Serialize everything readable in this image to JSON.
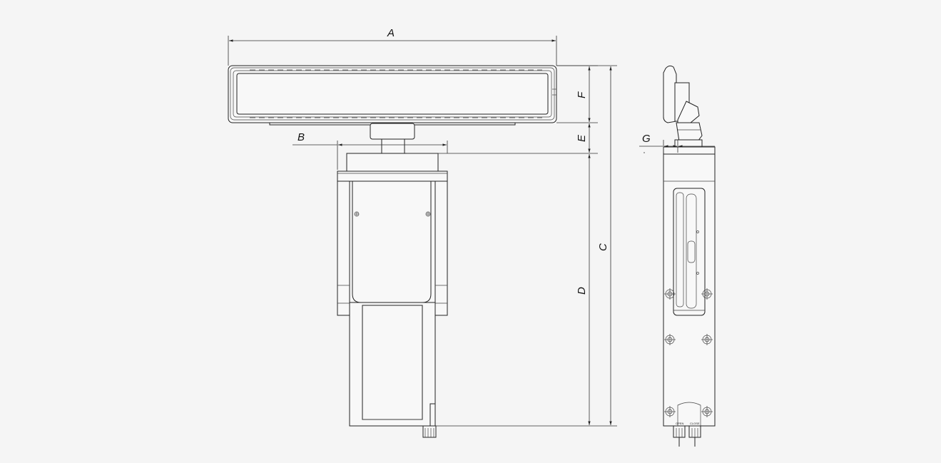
{
  "dimensions": {
    "a": "A",
    "b": "B",
    "c": "C",
    "d": "D",
    "e": "E",
    "f": "F",
    "g": "G"
  },
  "side_view": {
    "port_open": "OPEN",
    "port_close": "CLOSE"
  }
}
